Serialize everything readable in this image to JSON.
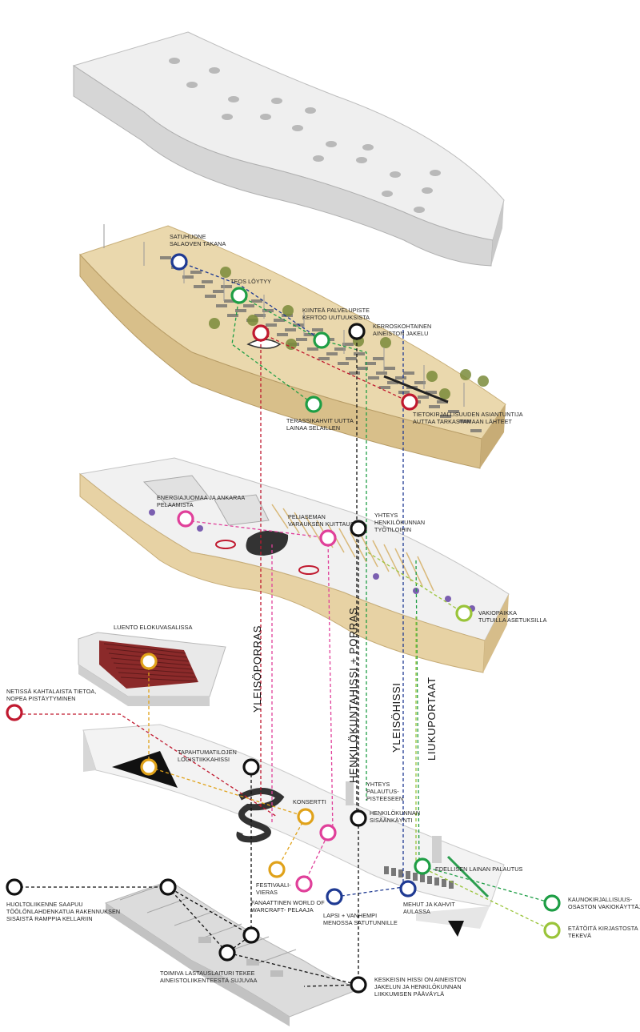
{
  "colors": {
    "blue": "#1f3a93",
    "green": "#1e9e45",
    "red": "#c0192f",
    "black": "#111111",
    "pink": "#e0409a",
    "orange": "#e0a21a",
    "lime": "#9ac43a",
    "wood": "#e7d2a4",
    "roof": "#e9e9e9"
  },
  "labels": {
    "satuhuone": [
      "SATUHUONE",
      "SALAOVEN TAKANA"
    ],
    "teos": [
      "TEOS LÖYTYY"
    ],
    "kiintea": [
      "KIINTEÄ PALVELUPISTE",
      "KERTOO UUTUUKSISTA"
    ],
    "kerroskohtainen": [
      "KERROSKOHTAINEN",
      "AINEISTON JAKELU"
    ],
    "terassi": [
      "TERASSIKAHVIT UUTTA",
      "LAINAA SELAILLEN"
    ],
    "tietojulkaisu": [
      "TIETOKIRJALLISUUDEN ASIANTUNTIJA",
      "AUTTAA TARKASTAMAAN LÄHTEET"
    ],
    "energia": [
      "ENERGIAJUOMAA JA ANKARAA",
      "PELAAMISTA"
    ],
    "peliasema": [
      "PELIASEMAN",
      "VARAUKSEN KUITTAUS"
    ],
    "yhteys_hk": [
      "YHTEYS",
      "HENKILÖKUNNAN",
      "TYÖTILOIHIN"
    ],
    "vakiopaikka": [
      "VAKIOPAIKKA",
      "TUTUILLA ASETUKSILLA"
    ],
    "luento": [
      "LUENTO ELOKUVASALISSA"
    ],
    "netissa": [
      "NETISSÄ KAHTALAISTA TIETOA,",
      "NOPEA PISTÄYTYMINEN"
    ],
    "tapahtuma": [
      "TAPAHTUMATILOJEN",
      "LOGISTIIKKAHISSI"
    ],
    "yhteys_pal": [
      "YHTEYS",
      "PALAUTUS-",
      "PISTEESEEN"
    ],
    "konsertti": [
      "KONSERTTI"
    ],
    "hk_sisaan": [
      "HENKILÖKUNNAN",
      "SISÄÄNKÄYNTI"
    ],
    "festivaali": [
      "FESTIVAALI-",
      "VIERAS"
    ],
    "fanaattinen": [
      "FANAATTINEN WORLD OF",
      "WARCRAFT- PELAAJA"
    ],
    "lapsi": [
      "LAPSI + VANHEMPI",
      "MENOSSA SATUTUNNILLE"
    ],
    "mehut": [
      "MEHUT JA KAHVIT",
      "AULASSA"
    ],
    "edellisen": [
      "EDELLISEN LAINAN PALAUTUS"
    ],
    "kauno": [
      "KAUNOKIRJALLISUUS-",
      "OSASTON VAKIOKÄYTTÄJÄ"
    ],
    "etatoita": [
      "ETÄTÖITÄ KIRJASTOSTA",
      "TEKEVÄ"
    ],
    "huolto": [
      "HUOLTOLIIKENNE SAAPUU",
      "TÖÖLÖNLAHDENKATUA RAKENNUKSEN",
      "SISÄISTÄ RAMPPIA KELLARIIN"
    ],
    "toimiva": [
      "TOIMIVA LASTAUSLAITURI TEKEE",
      "AINEISTOLIIKENTEESTÄ SUJUVAA"
    ],
    "keskeisin": [
      "KESKEISIN HISSI ON AINEISTON",
      "JAKELUN JA HENKILÖKUNNAN",
      "LIIKKUMISEN PÄÄVÄYLÄ"
    ]
  },
  "vertical": {
    "yleisoporras": "YLEISÖPORRAS",
    "henkilokunta": "HENKILÖKUNTAHISSI + PORRAS",
    "yleisohissi": "YLEISÖHISSI",
    "liukuportaat": "LIUKUPORTAAT"
  }
}
